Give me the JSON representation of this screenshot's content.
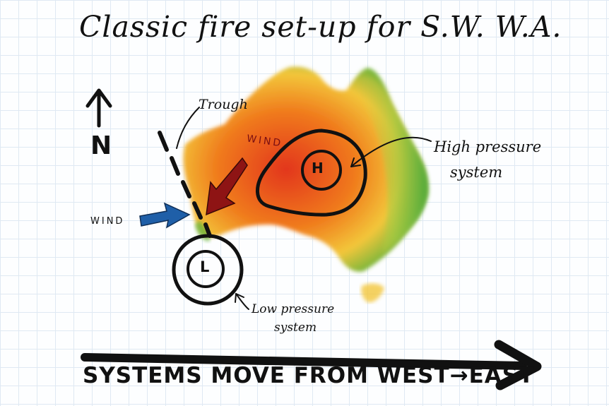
{
  "title": "Classic fire set-up for S.W. W.A.",
  "labels": {
    "trough": "Trough",
    "wind_red": "WIND",
    "wind_blue": "WIND",
    "high_line1": "High pressure",
    "high_line2": "system",
    "low_line1": "Low pressure",
    "low_line2": "system",
    "north": "N",
    "high_symbol": "H",
    "low_symbol": "L"
  },
  "banner": "SYSTEMS MOVE FROM WEST→EAST",
  "colors": {
    "heat_core": "#e2361e",
    "heat_orange": "#f07a1c",
    "heat_yellow": "#f3c63a",
    "fringe_green": "#5fb33c",
    "wind_red": "#8e1414",
    "wind_blue": "#1f5fa8",
    "ink": "#111111",
    "grid": "#dfe9f3"
  }
}
